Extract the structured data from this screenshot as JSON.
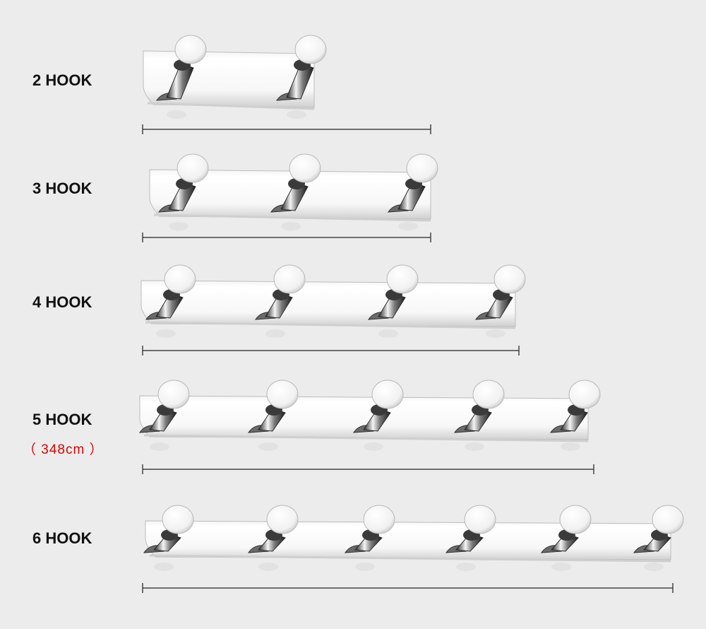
{
  "rows": [
    {
      "label": "2 HOOK",
      "hooks": 2
    },
    {
      "label": "3 HOOK",
      "hooks": 3
    },
    {
      "label": "4 HOOK",
      "hooks": 4
    },
    {
      "label": "5 HOOK",
      "hooks": 5,
      "note": "（ 348cm ）"
    },
    {
      "label": "6 HOOK",
      "hooks": 6
    }
  ],
  "colors": {
    "background": "#ececec",
    "label": "#111111",
    "note": "#dd0000",
    "dimension_line": "#444444"
  }
}
